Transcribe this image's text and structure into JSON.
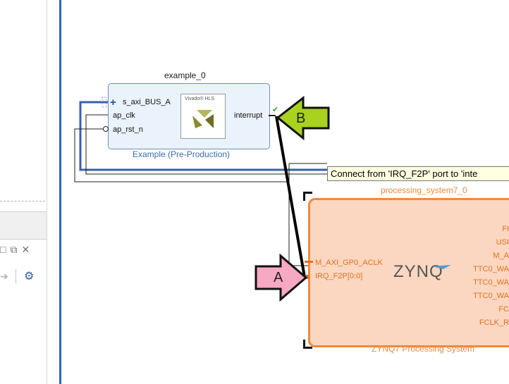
{
  "colors": {
    "canvas_border": "#2f68b8",
    "block_fill": "#eaf2fc",
    "ps_fill": "#fbd7c1",
    "ps_border": "#f5883a",
    "arrow_a": "#f7a8c2",
    "arrow_b": "#a8d21e",
    "tooltip_bg": "#ffffe1"
  },
  "left_panel": {
    "icons": [
      "restore-icon",
      "float-icon",
      "close-icon"
    ],
    "icon_glyphs": {
      "restore": "□",
      "float": "⧉",
      "close": "✕",
      "arrow": "➔",
      "gear": "⚙"
    }
  },
  "example_block": {
    "title": "example_0",
    "subtitle": "Example (Pre-Production)",
    "ports_left": [
      "s_axi_BUS_A",
      "ap_clk",
      "ap_rst_n"
    ],
    "port_right": "interrupt",
    "logo_text": "Vivado® HLS"
  },
  "tooltip": {
    "text": "Connect from 'IRQ_F2P' port to 'inte"
  },
  "ps7": {
    "title": "processing_system7_0",
    "subtitle": "ZYNQ7 Processing System",
    "ports_left": [
      "M_AXI_GP0_ACLK",
      "IRQ_F2P[0:0]"
    ],
    "ports_right": [
      "FI",
      "USI",
      "M_A",
      "TTC0_WA",
      "TTC0_WA",
      "TTC0_WA",
      "FC",
      "FCLK_R"
    ],
    "logo": "ZYNQ"
  },
  "arrows": {
    "a_label": "A",
    "b_label": "B"
  }
}
